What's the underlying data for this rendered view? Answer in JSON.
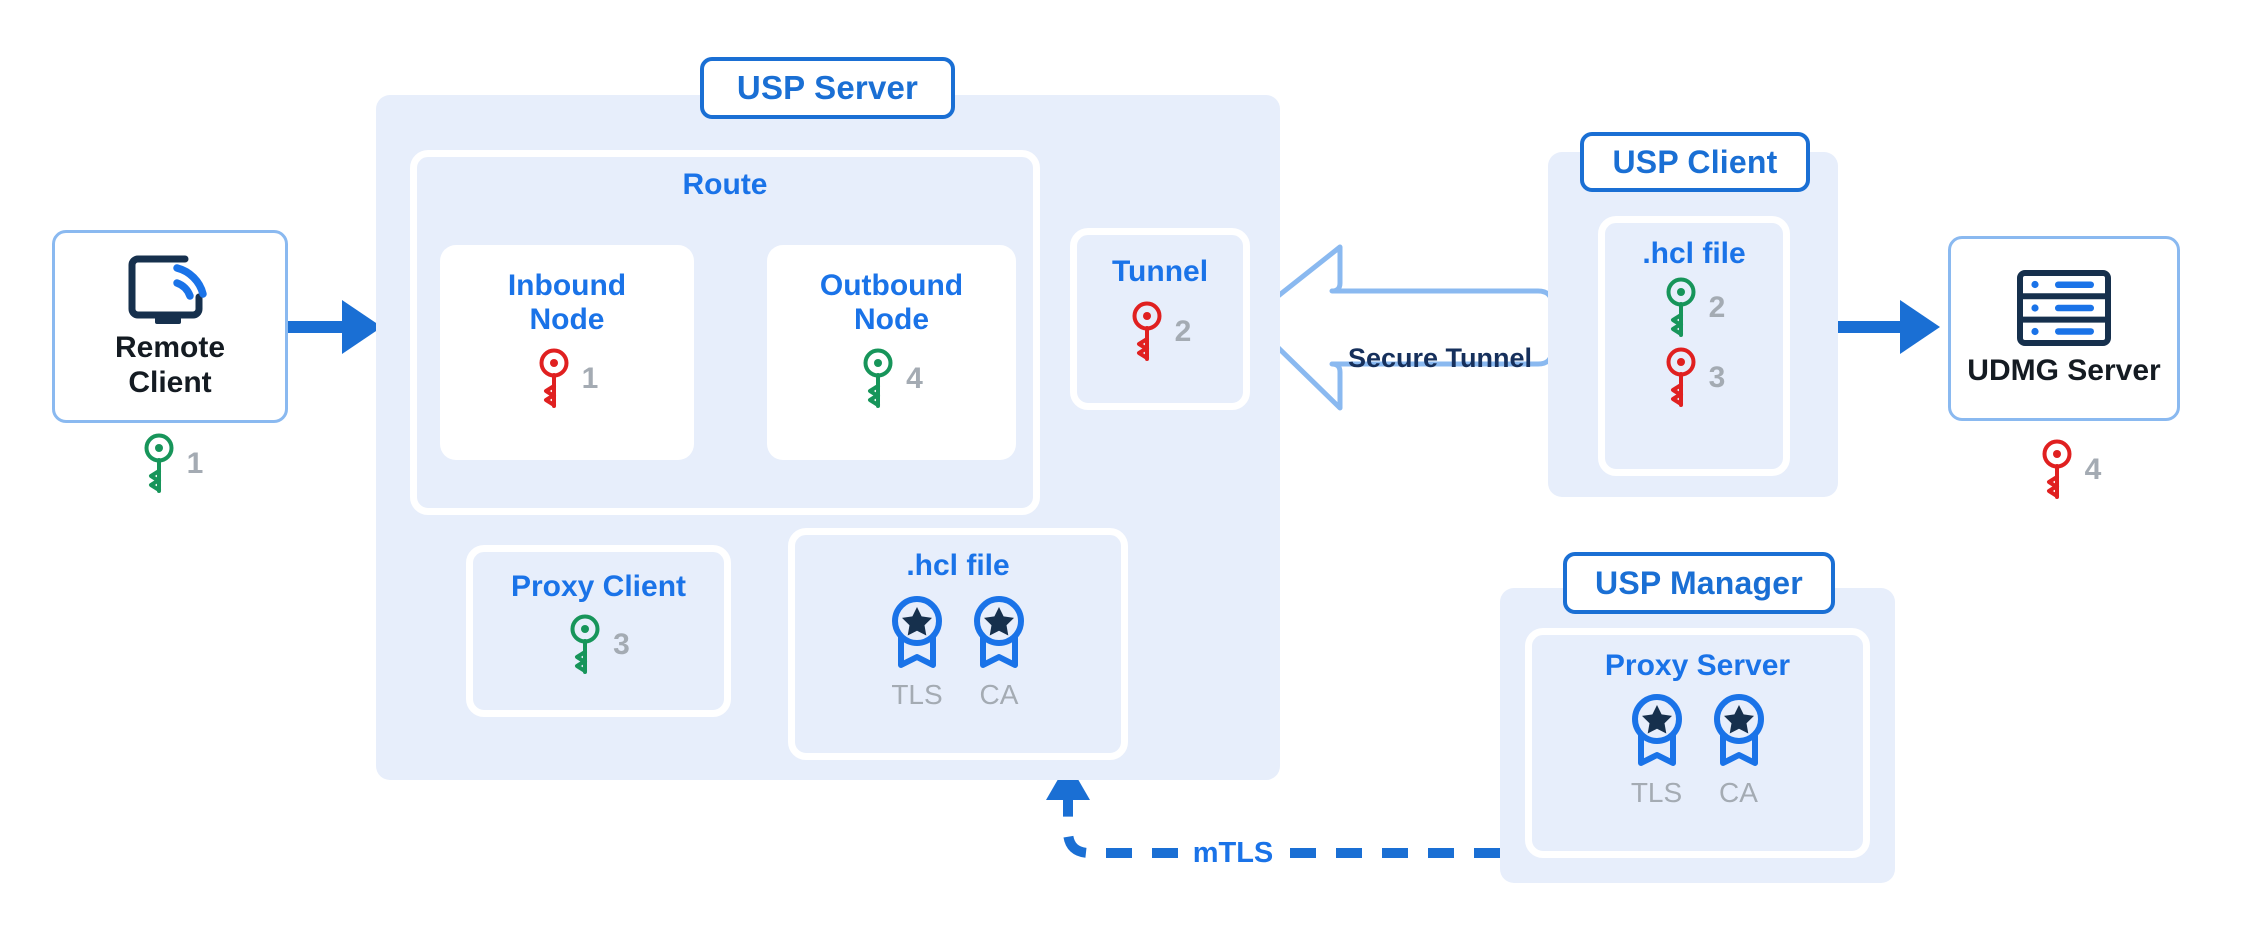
{
  "diagram": {
    "colors": {
      "blue": "#1a73e8",
      "deep_blue": "#1a6fd4",
      "panel_bg": "#e7eefb",
      "light_blue_stroke": "#8ab9f0",
      "navy": "#16305c",
      "grey": "#a4abb3",
      "key_green": "#17955a",
      "key_red": "#e02020"
    },
    "remote_client": {
      "label": "Remote\nClient",
      "icon": "screencast-icon",
      "key": {
        "color": "green",
        "number": "1"
      }
    },
    "usp_server": {
      "title": "USP Server",
      "route": {
        "title": "Route",
        "inbound_node": {
          "title": "Inbound\nNode",
          "key": {
            "color": "red",
            "number": "1"
          }
        },
        "outbound_node": {
          "title": "Outbound\nNode",
          "key": {
            "color": "green",
            "number": "4"
          }
        }
      },
      "tunnel": {
        "title": "Tunnel",
        "key": {
          "color": "red",
          "number": "2"
        }
      },
      "proxy_client": {
        "title": "Proxy Client",
        "key": {
          "color": "green",
          "number": "3"
        }
      },
      "hcl_file": {
        "title": ".hcl file",
        "certs": [
          {
            "icon": "certificate-badge-icon",
            "label": "TLS"
          },
          {
            "icon": "certificate-badge-icon",
            "label": "CA"
          }
        ]
      }
    },
    "secure_tunnel_arrow": {
      "label": "Secure Tunnel",
      "direction": "left"
    },
    "usp_client": {
      "title": "USP Client",
      "hcl_file": {
        "title": ".hcl file",
        "keys": [
          {
            "color": "green",
            "number": "2"
          },
          {
            "color": "red",
            "number": "3"
          }
        ]
      }
    },
    "udmg_server": {
      "label": "UDMG Server",
      "icon": "server-rack-icon",
      "key": {
        "color": "red",
        "number": "4"
      }
    },
    "usp_manager": {
      "title": "USP Manager",
      "proxy_server": {
        "title": "Proxy Server",
        "certs": [
          {
            "icon": "certificate-badge-icon",
            "label": "TLS"
          },
          {
            "icon": "certificate-badge-icon",
            "label": "CA"
          }
        ]
      }
    },
    "mtls_link": {
      "label": "mTLS",
      "style": "dashed",
      "arrow": "up"
    }
  }
}
